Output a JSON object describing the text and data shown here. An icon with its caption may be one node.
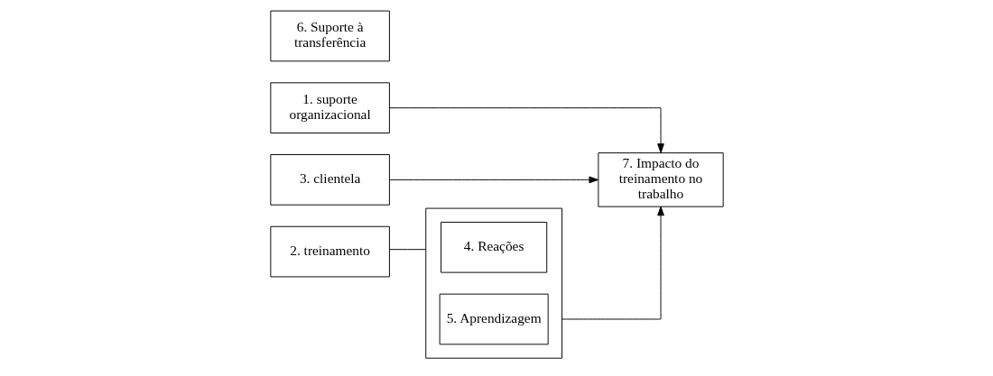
{
  "diagram": {
    "nodes": [
      {
        "text": [
          "1. suporte organizacional"
        ]
      },
      {
        "text": [
          "2. treinamento"
        ]
      },
      {
        "text": [
          "3. clientela"
        ]
      },
      {
        "text": [],
        "shape": "box"
      },
      {
        "text": [
          "4. Reações"
        ],
        "in": 3
      },
      {
        "text": [
          "5. Aprendizagem"
        ],
        "in": 3
      },
      {
        "text": [
          "6. Suporte à transferência"
        ]
      },
      {
        "text": [
          "7. Impacto do treinamento no trabalho"
        ]
      }
    ],
    "edges": [
      {
        "from": 0,
        "to": 7,
        "arrow": "to"
      },
      {
        "from": 1,
        "to": 3,
        "arrow": "none"
      },
      {
        "from": 3,
        "to": 7,
        "arrow": "to"
      },
      {
        "from": 2,
        "to": 7,
        "arrow": "to"
      }
    ]
  }
}
